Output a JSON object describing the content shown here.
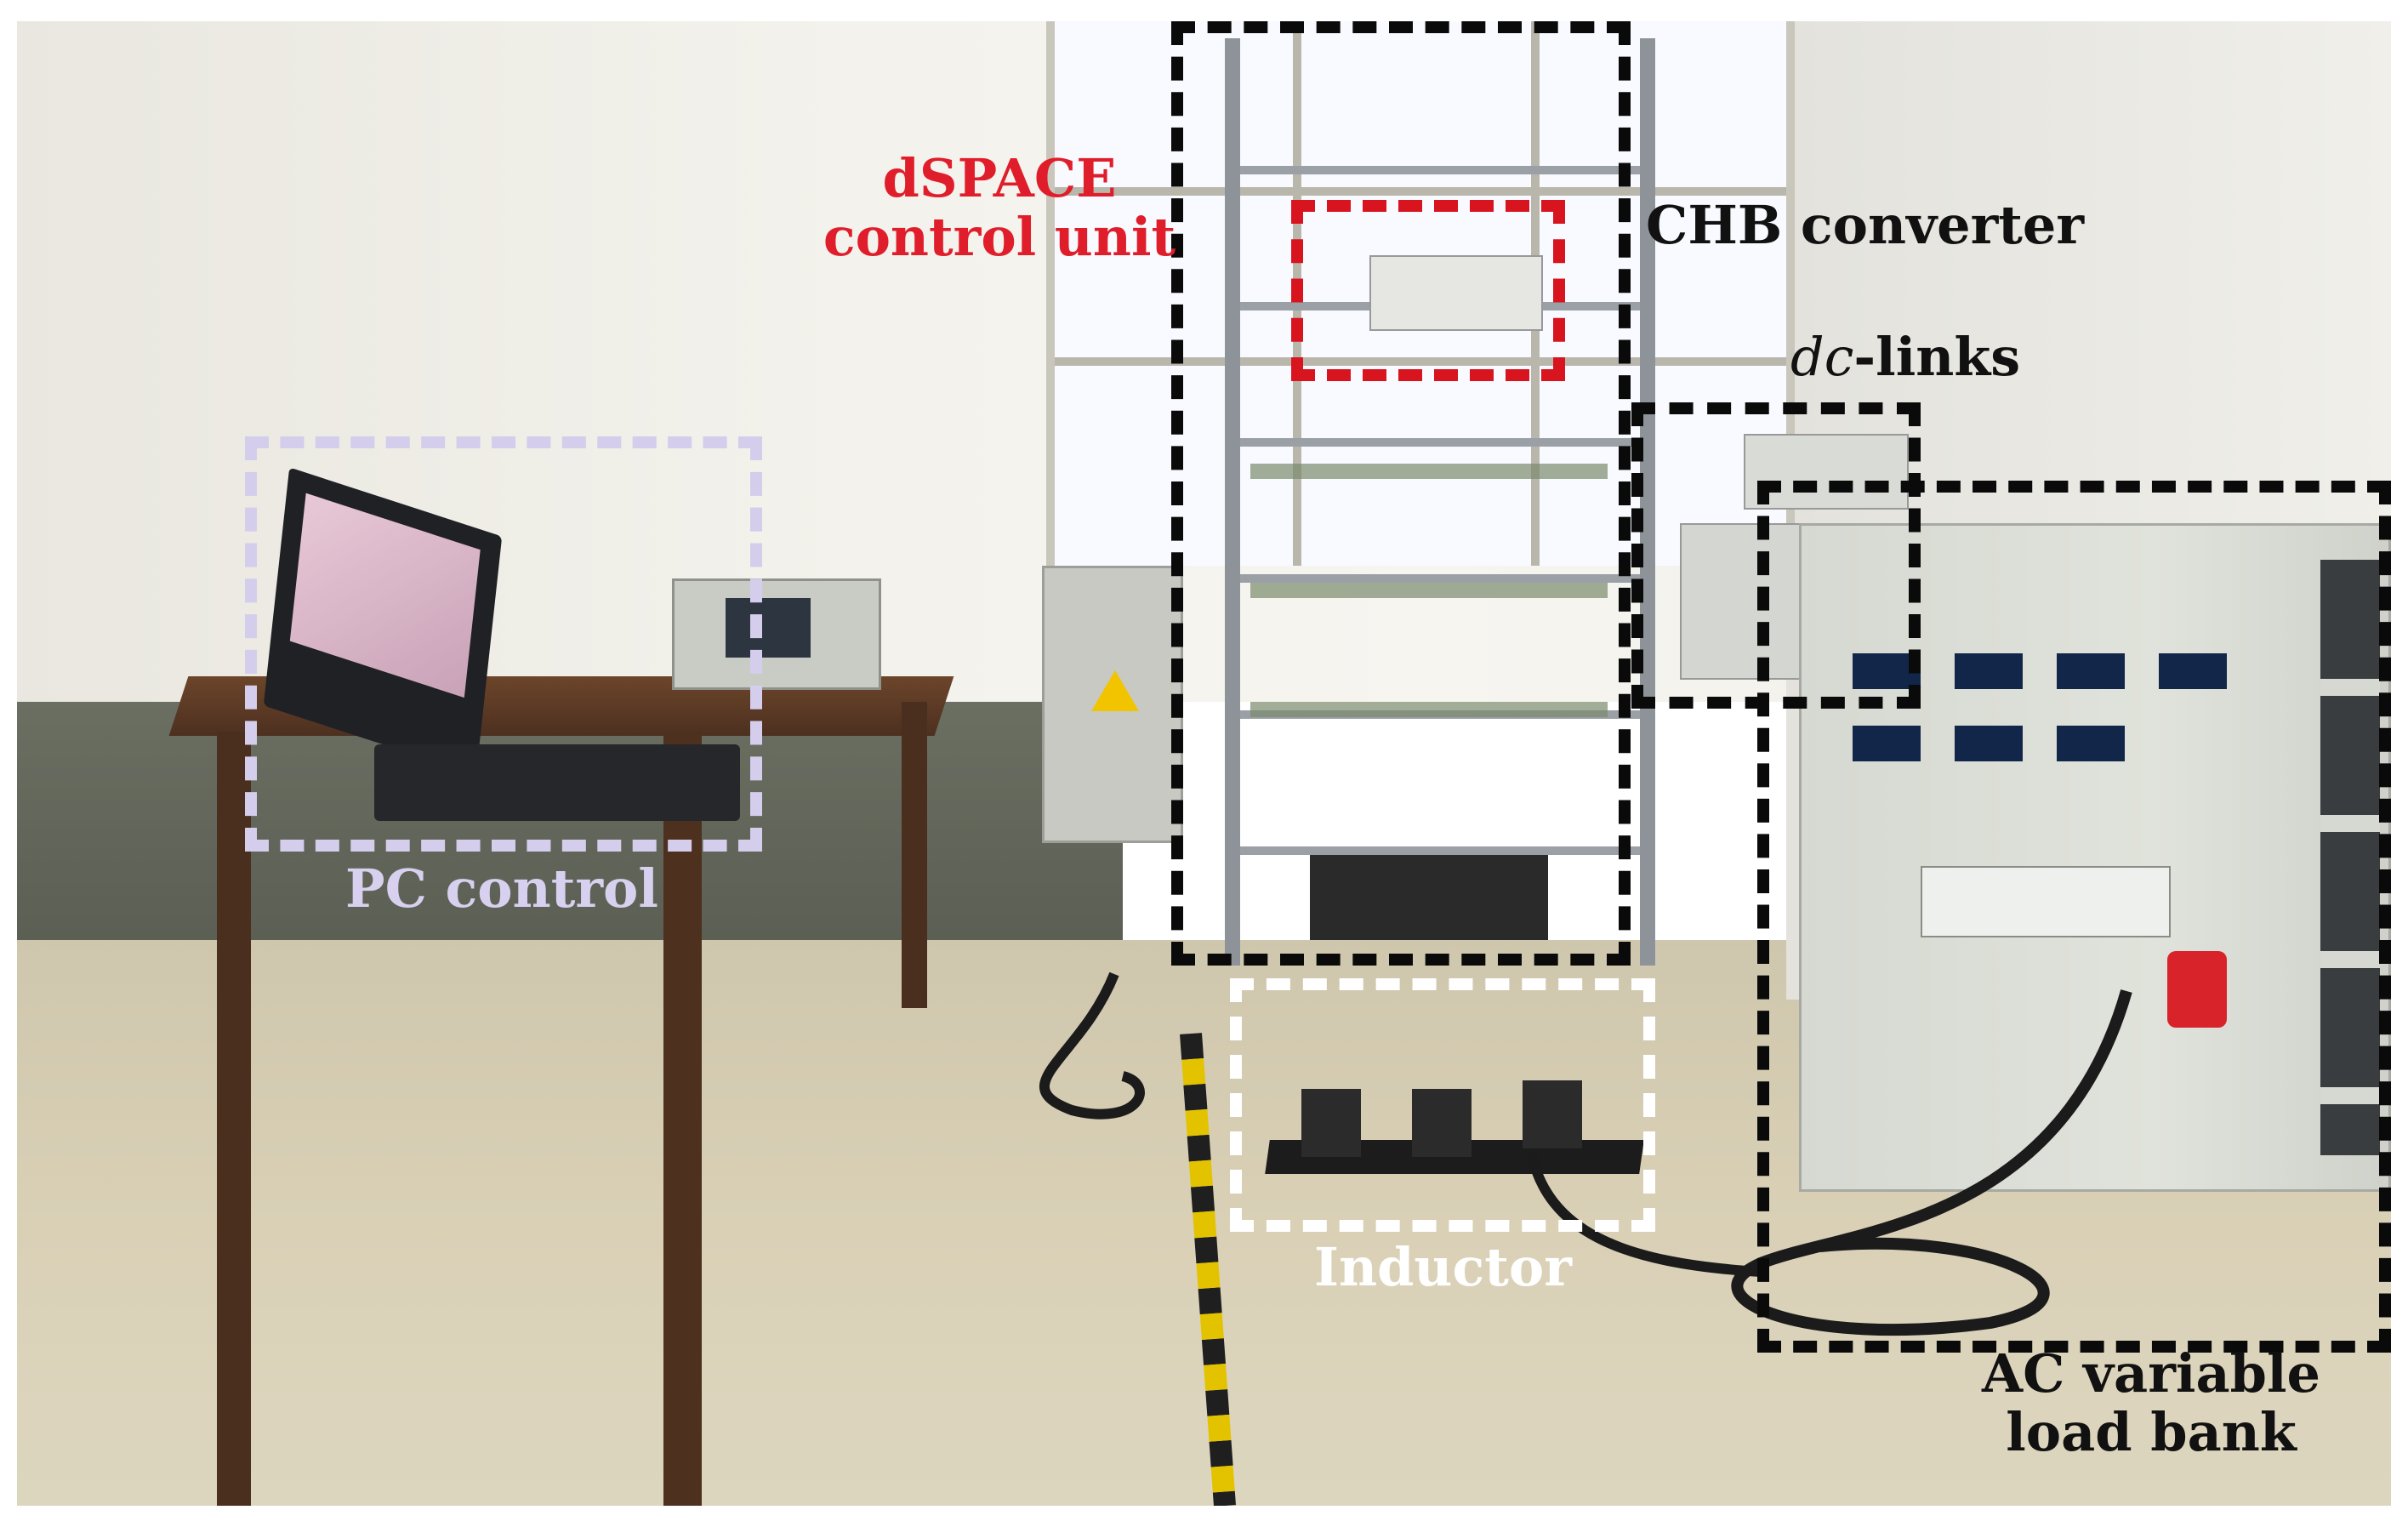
{
  "annotations": {
    "dspace": {
      "line1": "dSPACE",
      "line2": "control unit",
      "color": "#e01e2b"
    },
    "chb": {
      "text": "CHB converter",
      "color": "#111111"
    },
    "dclinks": {
      "italic": "dc",
      "text": "-links",
      "color": "#111111"
    },
    "pc": {
      "text": "PC control",
      "color": "#d7d0ee"
    },
    "inductor": {
      "text": "Inductor",
      "color": "#ffffff"
    },
    "loadbank": {
      "line1": "AC variable",
      "line2": "load bank",
      "color": "#111111"
    }
  },
  "box_style": {
    "black": "#0a0a0a",
    "red": "#d8141f",
    "lavender": "#d4cdeb",
    "white": "#ffffff",
    "dash": "dashed"
  },
  "colors": {
    "wall_upper": "#f1f0ea",
    "wall_lower": "#5d6156",
    "floor": "#d6ccb0",
    "table": "#5b3a24",
    "cabinet": "#d9dcd4",
    "window": "#f7f9ff"
  }
}
